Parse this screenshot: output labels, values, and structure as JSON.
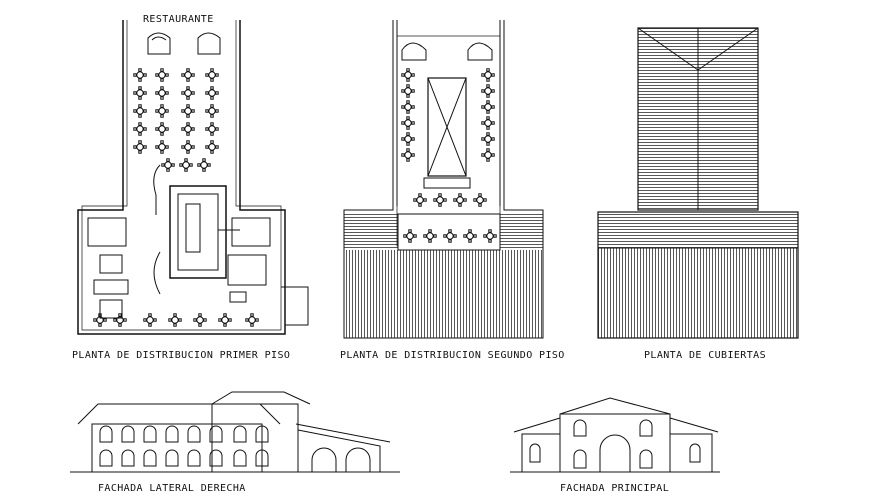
{
  "title": "RESTAURANTE",
  "captions": {
    "planta_primer_piso": "PLANTA DE DISTRIBUCION PRIMER PISO",
    "planta_segundo_piso": "PLANTA DE DISTRIBUCION SEGUNDO PISO",
    "planta_cubiertas": "PLANTA DE CUBIERTAS",
    "fachada_lateral": "FACHADA  LATERAL DERECHA",
    "fachada_principal": "FACHADA PRINCIPAL"
  },
  "colors": {
    "line": "#111111",
    "background": "#ffffff"
  }
}
